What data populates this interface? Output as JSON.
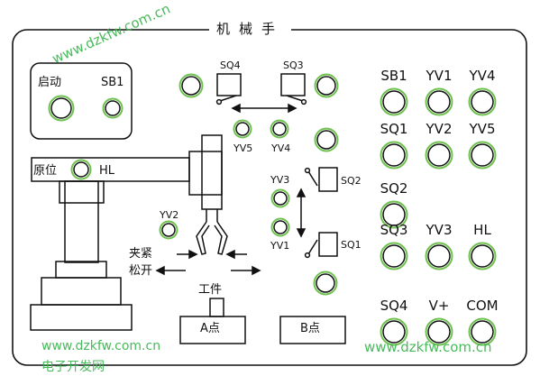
{
  "title": "机械手",
  "start_panel": {
    "label_start": "启动",
    "label_sb1": "SB1"
  },
  "origin": {
    "label": "原位",
    "hl": "HL"
  },
  "top_valves": {
    "sq4": "SQ4",
    "sq3": "SQ3",
    "yv5": "YV5",
    "yv4": "YV4"
  },
  "side": {
    "yv3": "YV3",
    "yv1": "YV1",
    "sq2": "SQ2",
    "sq1": "SQ1"
  },
  "grip": {
    "yv2": "YV2",
    "clamp": "夹紧",
    "release": "松开",
    "workpiece": "工件"
  },
  "points": {
    "a": "A点",
    "b": "B点"
  },
  "terminals": [
    [
      "SB1",
      "YV1",
      "YV4"
    ],
    [
      "SQ1",
      "YV2",
      "YV5"
    ],
    [
      "SQ2",
      "",
      ""
    ],
    [
      "SQ3",
      "YV3",
      "HL"
    ],
    [
      "SQ4",
      "V+",
      "COM"
    ]
  ],
  "watermarks": {
    "diag": "www.dzkfw.com.cn",
    "bottom_left": "www.dzkfw.com.cn",
    "bottom_left_sub": "电子开发网",
    "bottom_right": "www.dzkfw.com.cn"
  },
  "colors": {
    "jack_ring": "#6fc24f",
    "line": "#111111",
    "watermark": "#34b34a"
  }
}
